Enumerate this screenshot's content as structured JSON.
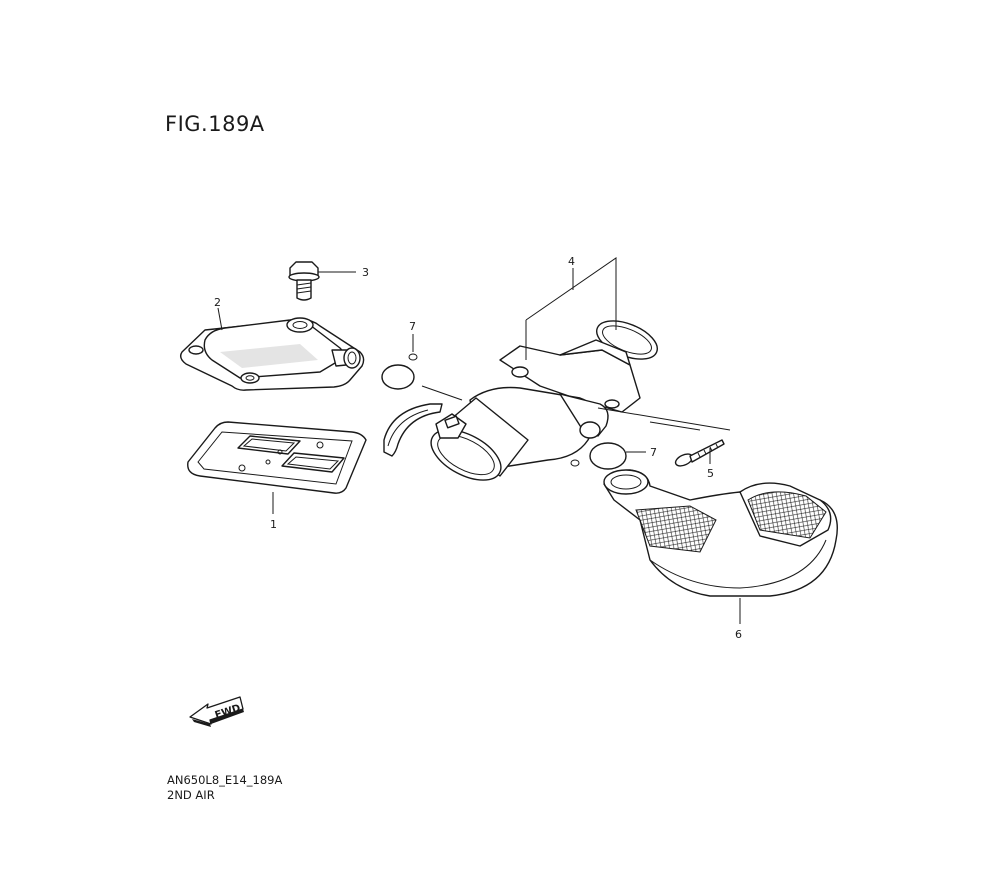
{
  "figure": {
    "title": "FIG.189A",
    "code": "AN650L8_E14_189A",
    "name": "2ND AIR"
  },
  "callouts": {
    "c1": "1",
    "c2": "2",
    "c3": "3",
    "c4": "4",
    "c5": "5",
    "c6": "6",
    "c7a": "7",
    "c7b": "7"
  },
  "direction_arrow": {
    "label": "FWD"
  }
}
